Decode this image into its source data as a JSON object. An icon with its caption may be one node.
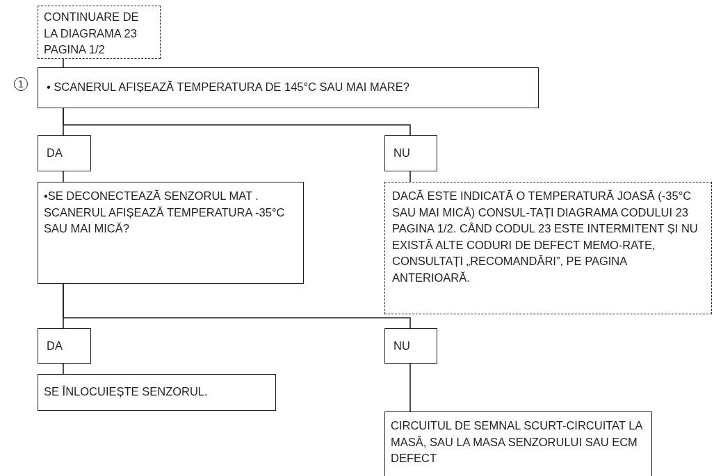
{
  "diagram": {
    "nodes": [
      {
        "text": [
          "CONTINUARE DE LA DIAGRAMA 23 PAGINA 1/2"
        ]
      },
      {
        "text": [
          "• SCANERUL AFIȘEAZĂ TEMPERATURA DE 145°C SAU MAI MARE?"
        ],
        "beside": [
          "1"
        ]
      },
      {
        "text": [
          "DA"
        ]
      },
      {
        "text": [
          "NU"
        ]
      },
      {
        "text": [
          "•SE DECONECTEAZĂ SENZORUL MAT . SCANERUL AFIȘEAZĂ TEMPERATURA -35°C SAU MAI MICĂ?"
        ]
      },
      {
        "text": [
          "DACĂ ESTE INDICATĂ O TEMPERATURĂ JOASĂ (-35°C SAU MAI MICĂ) CONSUL-TAȚI DIAGRAMA CODULUI 23 PAGINA 1/2. CÂND CODUL 23 ESTE INTERMITENT ȘI NU EXISTĂ ALTE CODURI DE DEFECT MEMO-RATE, CONSULTAȚI „RECOMANDĂRI”, PE PAGINA ANTERIOARĂ."
        ]
      },
      {
        "text": [
          "DA"
        ]
      },
      {
        "text": [
          "NU"
        ]
      },
      {
        "text": [
          "SE ÎNLOCUIEȘTE SENZORUL."
        ]
      },
      {
        "text": [
          "CIRCUITUL DE SEMNAL SCURT-CIRCUITAT LA MASĂ, SAU LA MASA SENZORULUI SAU ECM DEFECT"
        ]
      }
    ],
    "edges": [
      {
        "from": 0,
        "to": 1,
        "arrow": "none"
      },
      {
        "from": 1,
        "to": 2,
        "arrow": "none"
      },
      {
        "from": 1,
        "to": 3,
        "arrow": "none"
      },
      {
        "from": 2,
        "to": 4,
        "arrow": "none"
      },
      {
        "from": 3,
        "to": 5,
        "arrow": "none"
      },
      {
        "from": 4,
        "to": 6,
        "arrow": "none"
      },
      {
        "from": 4,
        "to": 7,
        "arrow": "none"
      },
      {
        "from": 6,
        "to": 8,
        "arrow": "none"
      },
      {
        "from": 7,
        "to": 9,
        "arrow": "none"
      }
    ]
  }
}
